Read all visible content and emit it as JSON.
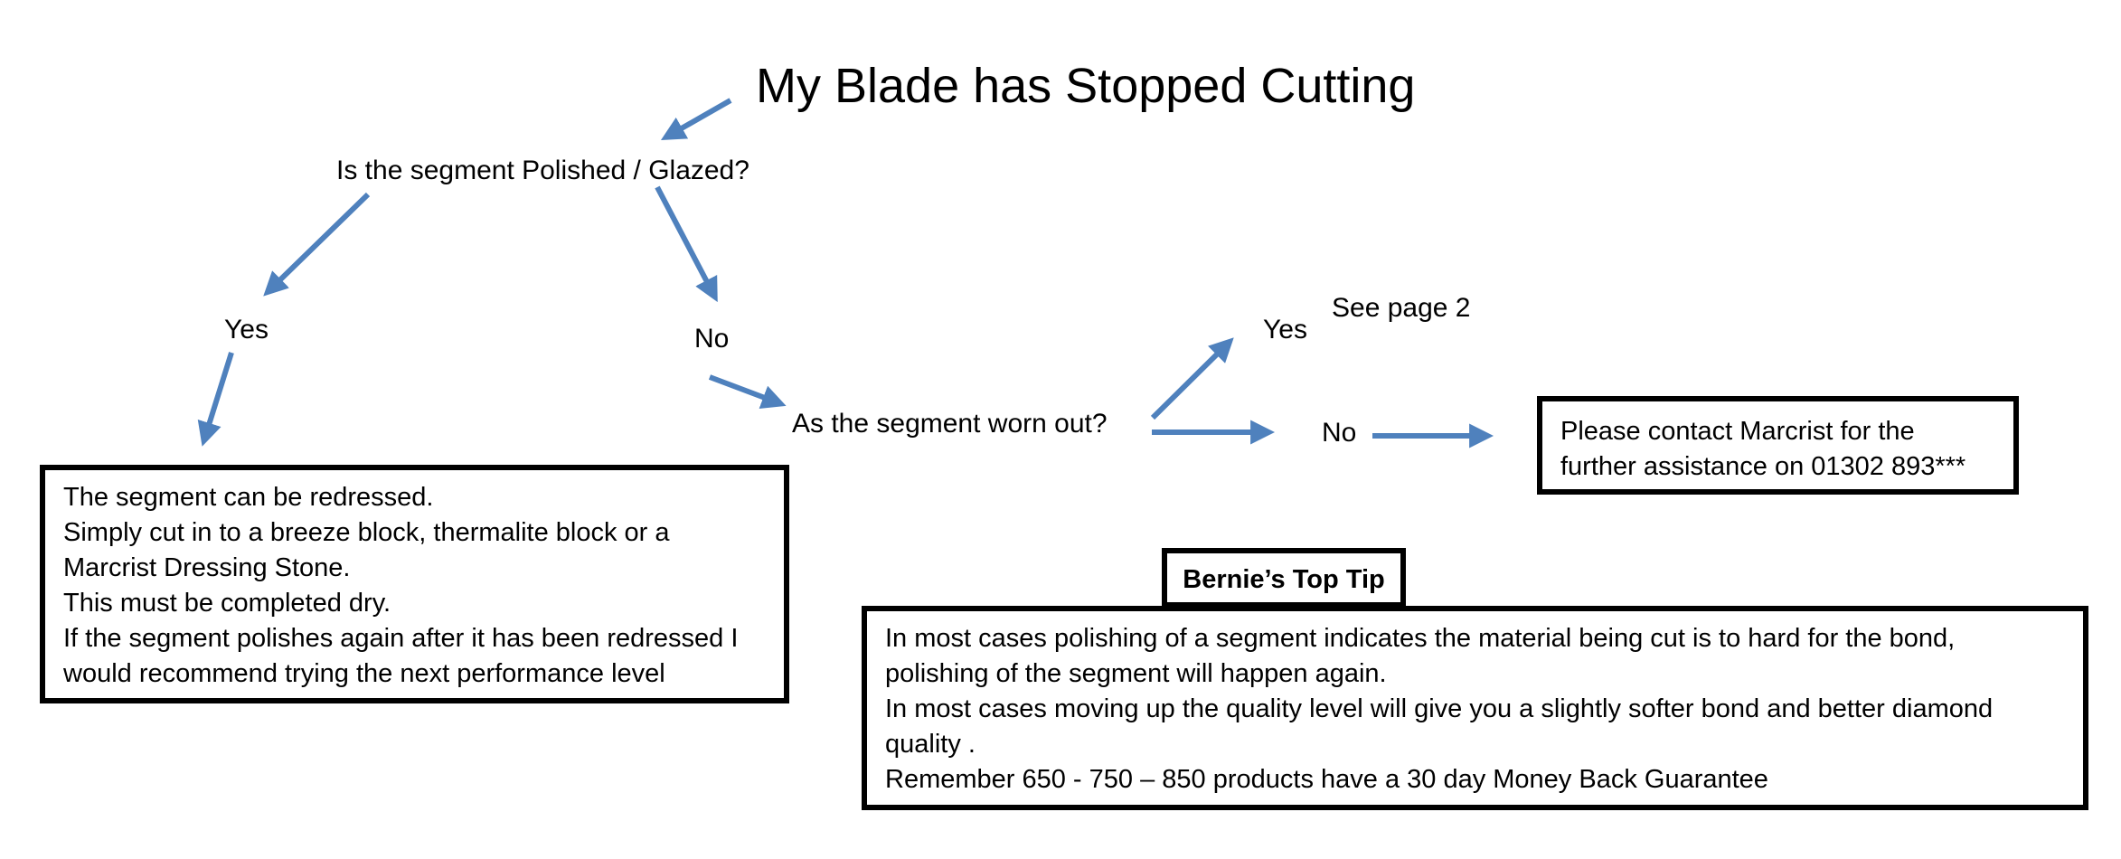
{
  "title": "My Blade has Stopped Cutting",
  "question_polished": "Is the segment Polished / Glazed?",
  "branch_yes_1": "Yes",
  "branch_no_1": "No",
  "question_worn": "As the segment worn out?",
  "branch_yes_2": "Yes",
  "see_page": "See page 2",
  "branch_no_2": "No",
  "redress_box": {
    "lines": [
      "The segment can be redressed.",
      "Simply cut in to a breeze block, thermalite block or a",
      "Marcrist Dressing Stone.",
      "This must be completed dry.",
      "If the segment polishes again after it has been redressed I",
      "would recommend trying the next performance level"
    ]
  },
  "contact_box": {
    "lines": [
      "Please contact Marcrist for the",
      "further assistance on 01302 893***"
    ]
  },
  "tip_title": "Bernie’s Top Tip",
  "tip_box": {
    "lines": [
      "In most cases polishing of a segment indicates the material being cut is to hard for the bond,",
      "polishing of the segment will happen again.",
      "In most cases moving up the quality level will give you a slightly softer bond  and better diamond",
      "quality .",
      "Remember 650 - 750 – 850 products have a 30 day Money Back Guarantee"
    ]
  },
  "colors": {
    "arrow": "#4f81bd",
    "box_border": "#000000"
  }
}
